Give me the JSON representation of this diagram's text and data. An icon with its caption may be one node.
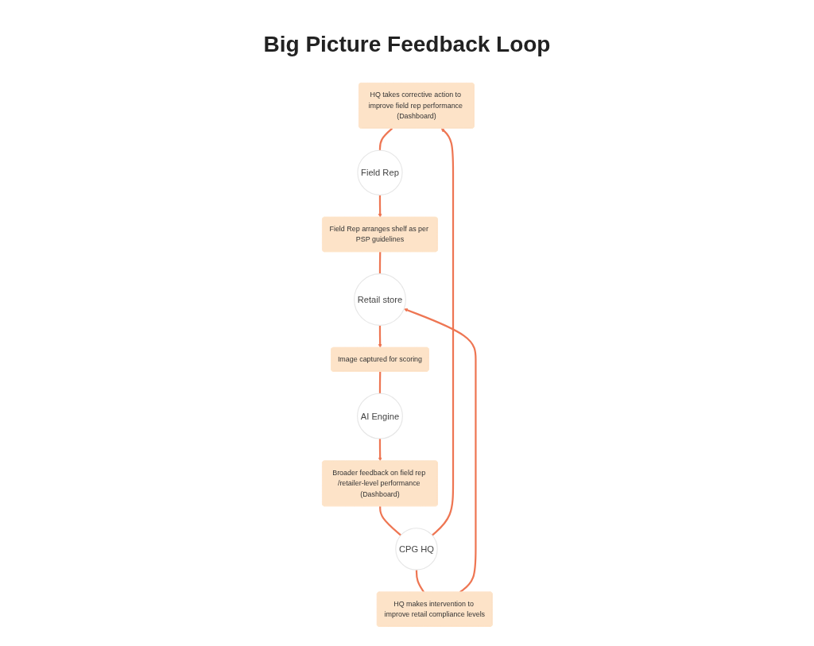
{
  "diagram": {
    "title": "Big Picture Feedback Loop",
    "nodes": [
      {
        "text": [
          "HQ takes corrective action to improve field rep performance (Dashboard)"
        ]
      },
      {
        "text": [
          "CPG HQ"
        ]
      },
      {
        "text": [
          "Field Rep"
        ]
      },
      {
        "text": [
          "Broader feedback on field rep /retailer-level performance (Dashboard)"
        ]
      },
      {
        "text": [
          "HQ makes intervention to improve retail compliance levels"
        ]
      },
      {
        "text": [
          "Field Rep arranges shelf as per PSP guidelines"
        ]
      },
      {
        "text": [
          "AI Engine"
        ]
      },
      {
        "text": [
          "Retail store"
        ]
      },
      {
        "text": [
          "Image captured for scoring"
        ]
      }
    ],
    "edges": [
      {
        "from": 1,
        "to": 0,
        "arrow": "to"
      },
      {
        "from": 0,
        "to": 2,
        "arrow": "none"
      },
      {
        "from": 2,
        "to": 5,
        "arrow": "to"
      },
      {
        "from": 5,
        "to": 7,
        "arrow": "none"
      },
      {
        "from": 7,
        "to": 8,
        "arrow": "to"
      },
      {
        "from": 8,
        "to": 6,
        "arrow": "none"
      },
      {
        "from": 6,
        "to": 3,
        "arrow": "to"
      },
      {
        "from": 3,
        "to": 1,
        "arrow": "none"
      },
      {
        "from": 1,
        "to": 4,
        "arrow": "none"
      },
      {
        "from": 4,
        "to": 7,
        "arrow": "to"
      }
    ]
  }
}
